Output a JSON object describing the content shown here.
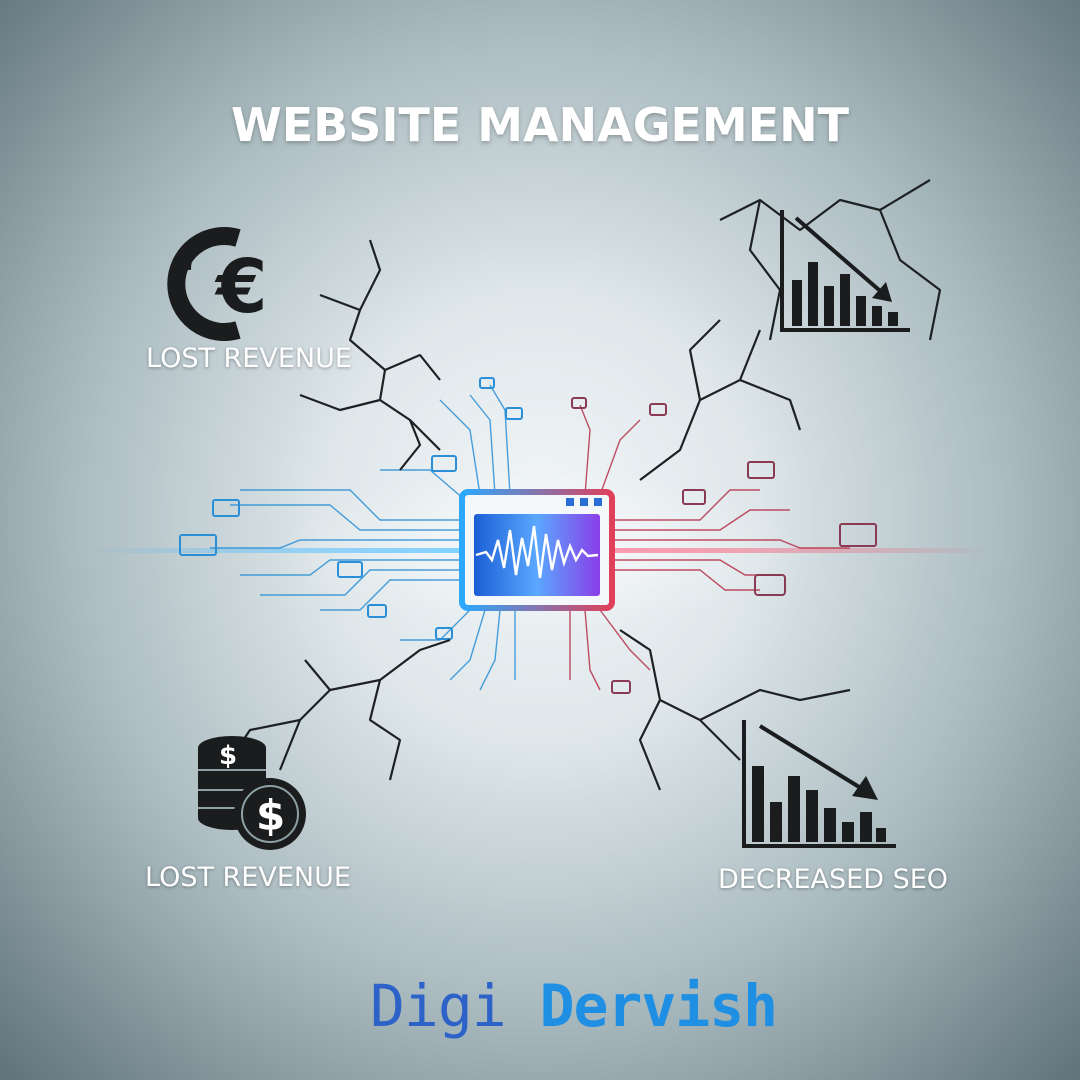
{
  "title": "WEBSITE MANAGEMENT",
  "labels": {
    "top_left": "LOST REVENUE",
    "bottom_left": "LOST REVENUE",
    "bottom_right": "DECREASED SEO"
  },
  "icons": {
    "top_left": "euro-icon",
    "bottom_left": "dollar-coins-icon",
    "top_right": "declining-chart-icon",
    "bottom_right": "declining-chart-icon",
    "center": "browser-window-waveform-icon"
  },
  "logo": {
    "word1": "Digi",
    "word2": "Dervish"
  },
  "colors": {
    "accent_blue": "#2aa9ff",
    "accent_red": "#e0405a",
    "accent_purple": "#9a4dff",
    "logo_blue_dark": "#2d63c8",
    "logo_blue_light": "#1f8fe3"
  }
}
